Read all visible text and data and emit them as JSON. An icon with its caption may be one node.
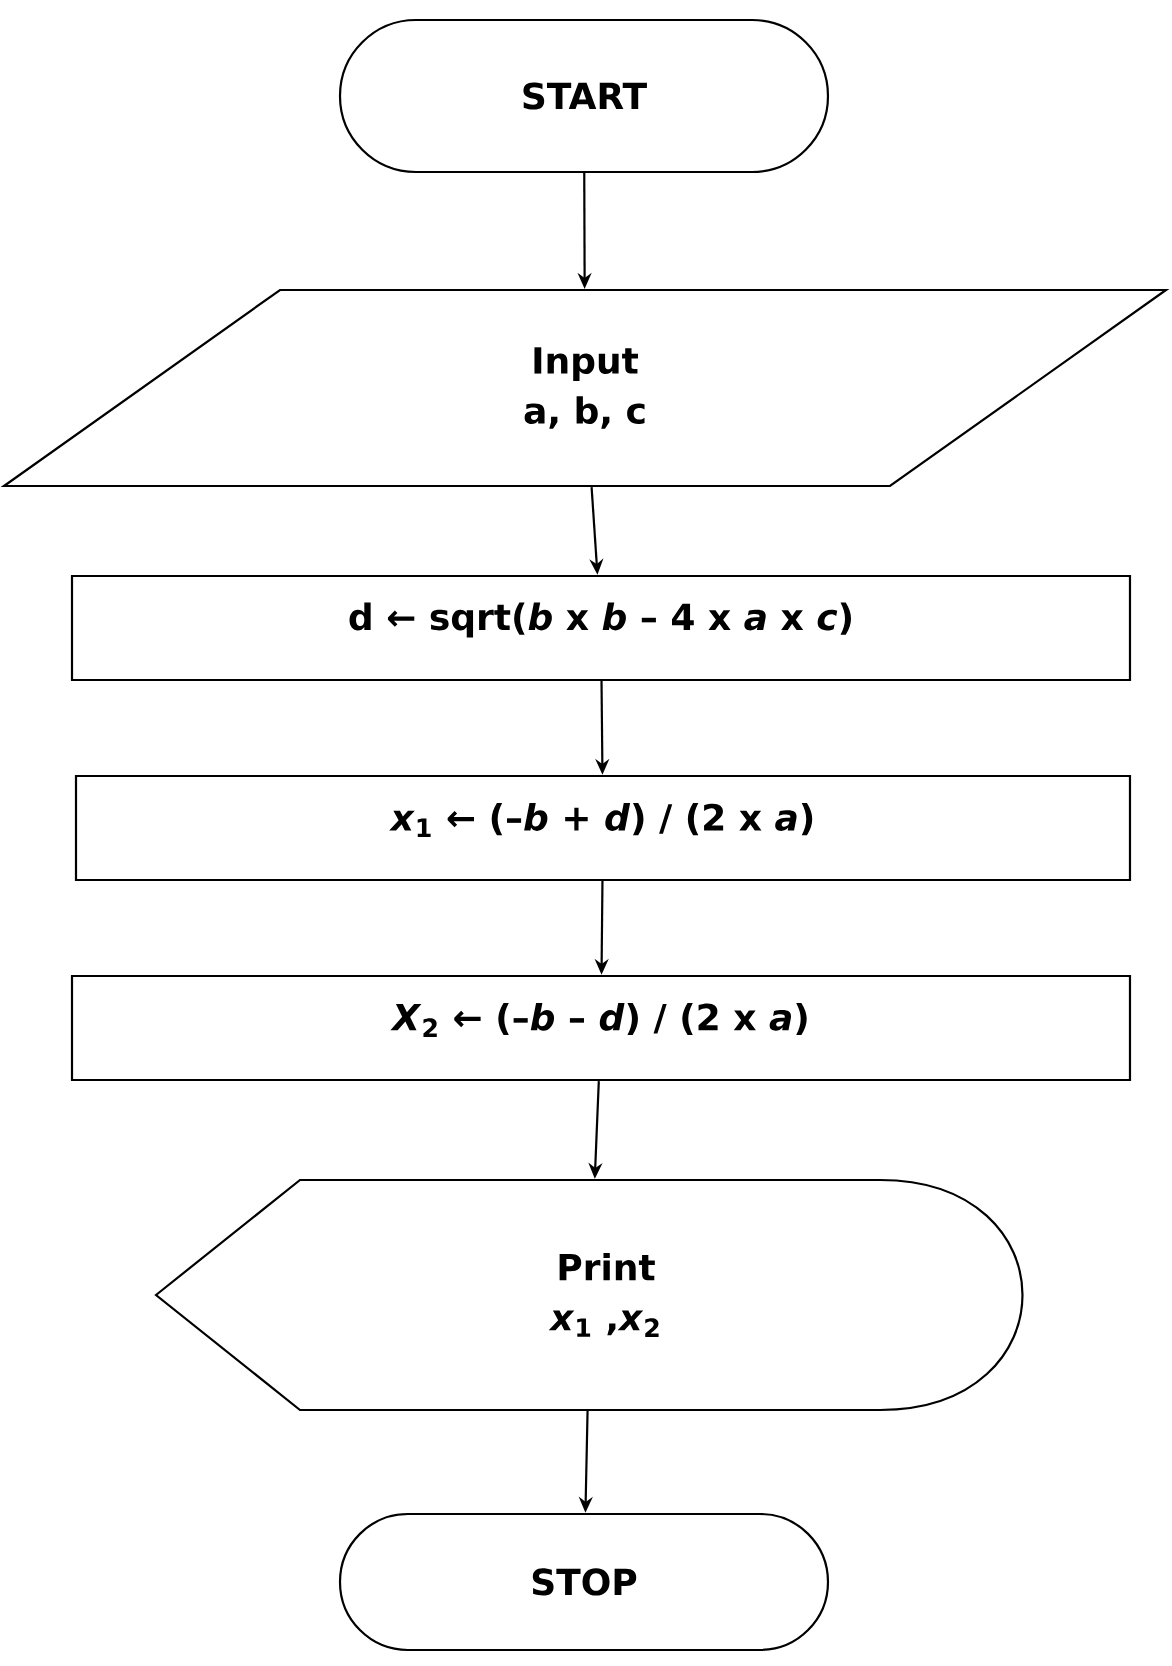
{
  "diagram": {
    "nodes": [
      {
        "text": [
          "START"
        ]
      },
      {
        "text": [
          "Input",
          "a, b, c"
        ]
      },
      {
        "text": [
          "d ← sqrt(*b* x *b* – 4 x *a* x *c*)"
        ]
      },
      {
        "text": [
          "*x*$_{1}$ ← (–*b* + *d*) / (2 x *a*)"
        ]
      },
      {
        "text": [
          "*X*$_{2}$ ← (–*b* – *d*) / (2 x *a*)"
        ]
      },
      {
        "text": [
          "Print",
          "*x*$_{1}$ ,*x*$_{2}$"
        ]
      },
      {
        "text": [
          "STOP"
        ]
      }
    ],
    "edges": [
      {
        "from": 0,
        "to": 1,
        "arrow": "to"
      },
      {
        "from": 1,
        "to": 2,
        "arrow": "to"
      },
      {
        "from": 2,
        "to": 3,
        "arrow": "to"
      },
      {
        "from": 3,
        "to": 4,
        "arrow": "to"
      },
      {
        "from": 4,
        "to": 5,
        "arrow": "to"
      },
      {
        "from": 5,
        "to": 6,
        "arrow": "to"
      }
    ]
  }
}
